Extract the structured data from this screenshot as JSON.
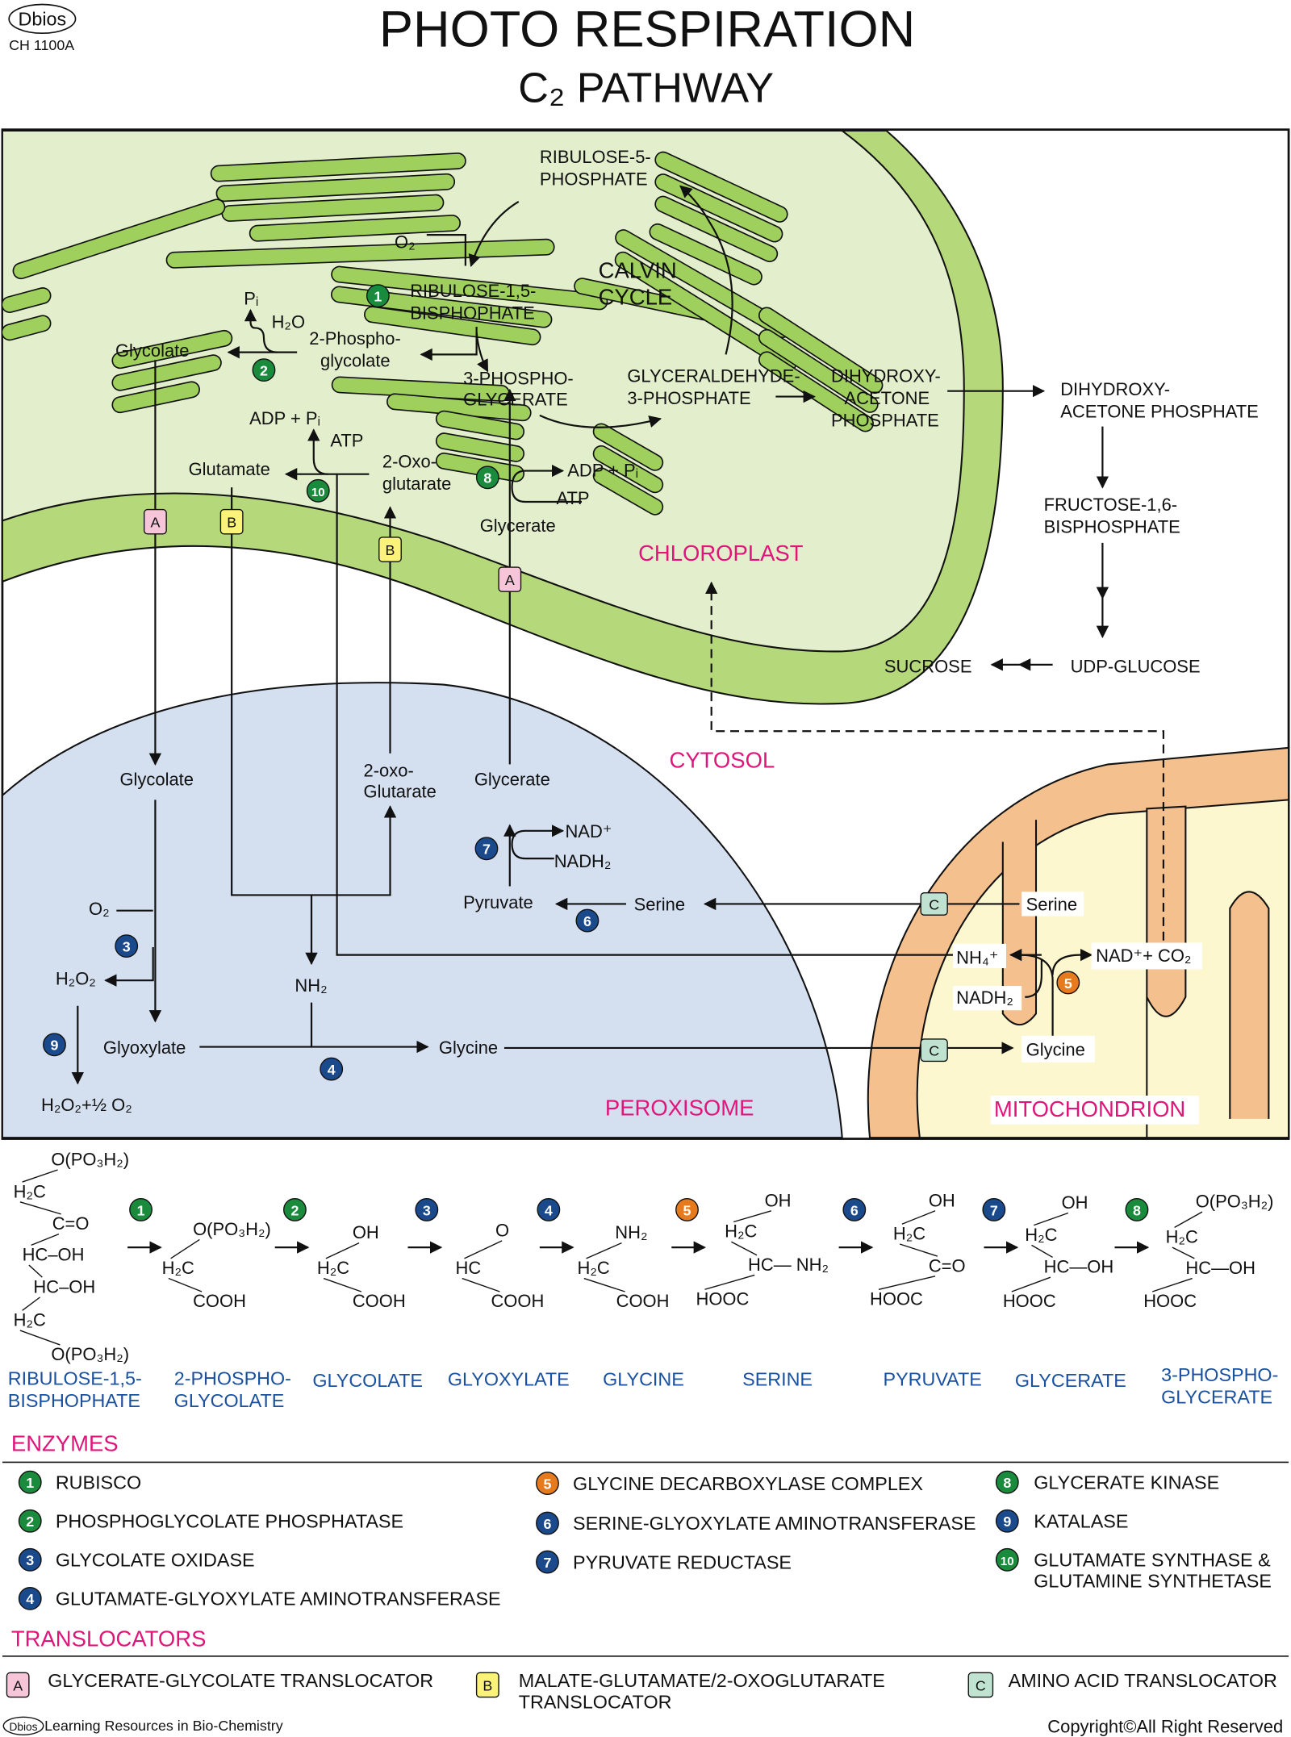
{
  "header": {
    "logo": "Dbios",
    "code": "CH 1100A",
    "title": "PHOTO RESPIRATION",
    "subtitle": "C₂ PATHWAY"
  },
  "colors": {
    "chloroplast_fill": "#e3efcc",
    "chloroplast_membrane": "#b5d97a",
    "thylakoid": "#9fcf5c",
    "peroxisome": "#d4dff0",
    "mitochondrion_outer": "#f4c08e",
    "mitochondrion_inner": "#fdf7cf",
    "compartment_label": "#e0157a",
    "compound_name": "#1a50a0",
    "badge_green": "#1a8a3c",
    "badge_blue": "#1a4a8c",
    "badge_orange": "#e87a1e",
    "translocator_A": "#f6c6d8",
    "translocator_B": "#fbf27a",
    "translocator_C": "#bfe3d0"
  },
  "compartments": {
    "chloroplast": "CHLOROPLAST",
    "cytosol": "CYTOSOL",
    "peroxisome": "PEROXISOME",
    "mitochondrion": "MITOCHONDRION"
  },
  "chloroplast": {
    "r5p_1": "RIBULOSE-5-",
    "r5p_2": "PHOSPHATE",
    "o2": "O₂",
    "calvin_1": "CALVIN",
    "calvin_2": "CYCLE",
    "rubp_1": "RIBULOSE-1,5-",
    "rubp_2": "BISPHOPHATE",
    "pi": "Pᵢ",
    "h2o": "H₂O",
    "pg_1": "2-Phospho-",
    "pg_2": "glycolate",
    "glycolate": "Glycolate",
    "pga_1": "3-PHOSPHO-",
    "pga_2": "GLYCERATE",
    "g3p_1": "GLYCERALDEHYDE-",
    "g3p_2": "3-PHOSPHATE",
    "dhap_1": "DIHYDROXY-",
    "dhap_2": "ACETONE",
    "dhap_3": "PHOSPHATE",
    "adp_pi_10": "ADP + Pᵢ",
    "atp_10": "ATP",
    "oxo_1": "2-Oxo-",
    "oxo_2": "glutarate",
    "glutamate": "Glutamate",
    "adp_pi_8": "ADP + Pᵢ",
    "atp_8": "ATP",
    "glycerate": "Glycerate"
  },
  "cytosol": {
    "dhap_1": "DIHYDROXY-",
    "dhap_2": "ACETONE PHOSPHATE",
    "fbp_1": "FRUCTOSE-1,6-",
    "fbp_2": "BISPHOSPHATE",
    "sucrose": "SUCROSE",
    "udp_glucose": "UDP-GLUCOSE"
  },
  "peroxisome": {
    "glycolate": "Glycolate",
    "oxo_1": "2-oxo-",
    "oxo_2": "Glutarate",
    "glycerate": "Glycerate",
    "nad": "NAD⁺",
    "nadh2": "NADH₂",
    "pyruvate": "Pyruvate",
    "serine": "Serine",
    "o2": "O₂",
    "h2o2": "H₂O₂",
    "nh2": "NH₂",
    "glyoxylate": "Glyoxylate",
    "glycine": "Glycine",
    "h2o2_products": "H₂O₂+½ O₂"
  },
  "mitochondrion": {
    "serine": "Serine",
    "nh4": "NH₄⁺",
    "nad_co2": "NAD⁺+ CO₂",
    "nadh2": "NADH₂",
    "glycine": "Glycine"
  },
  "translocator_boxes": [
    "A",
    "B",
    "B",
    "A",
    "C",
    "C"
  ],
  "badges": [
    "1",
    "2",
    "10",
    "8",
    "7",
    "6",
    "3",
    "9",
    "4",
    "5"
  ],
  "structures": [
    {
      "name": [
        "RIBULOSE-1,5-",
        "BISPHOPHATE"
      ],
      "badge": "1",
      "atoms": [
        "O(PO₃H₂)",
        "H₂C",
        "C=O",
        "HC–OH",
        "HC–OH",
        "H₂C",
        "O(PO₃H₂)"
      ]
    },
    {
      "name": [
        "2-PHOSPHO-",
        "GLYCOLATE"
      ],
      "badge": "2",
      "atoms": [
        "O(PO₃H₂)",
        "H₂C",
        "COOH"
      ]
    },
    {
      "name": [
        "GLYCOLATE"
      ],
      "badge": "3",
      "atoms": [
        "OH",
        "H₂C",
        "COOH"
      ]
    },
    {
      "name": [
        "GLYOXYLATE"
      ],
      "badge": "4",
      "atoms": [
        "O",
        "HC",
        "COOH"
      ]
    },
    {
      "name": [
        "GLYCINE"
      ],
      "badge": "5",
      "atoms": [
        "NH₂",
        "H₂C",
        "COOH"
      ]
    },
    {
      "name": [
        "SERINE"
      ],
      "badge": "6",
      "atoms": [
        "OH",
        "H₂C",
        "HC— NH₂",
        "HOOC"
      ]
    },
    {
      "name": [
        "PYRUVATE"
      ],
      "badge": "7",
      "atoms": [
        "OH",
        "H₂C",
        "C=O",
        "HOOC"
      ]
    },
    {
      "name": [
        "GLYCERATE"
      ],
      "badge": "8",
      "atoms": [
        "OH",
        "H₂C",
        "HC—OH",
        "HOOC"
      ]
    },
    {
      "name": [
        "3-PHOSPHO-",
        "GLYCERATE"
      ],
      "atoms": [
        "O(PO₃H₂)",
        "H₂C",
        "HC—OH",
        "HOOC"
      ]
    }
  ],
  "enzymes": {
    "heading": "ENZYMES",
    "items": [
      {
        "num": "1",
        "color": "green",
        "label": "RUBISCO"
      },
      {
        "num": "2",
        "color": "green",
        "label": "PHOSPHOGLYCOLATE PHOSPHATASE"
      },
      {
        "num": "3",
        "color": "blue",
        "label": "GLYCOLATE OXIDASE"
      },
      {
        "num": "4",
        "color": "blue",
        "label": "GLUTAMATE-GLYOXYLATE AMINOTRANSFERASE"
      },
      {
        "num": "5",
        "color": "orange",
        "label": "GLYCINE DECARBOXYLASE COMPLEX"
      },
      {
        "num": "6",
        "color": "blue",
        "label": "SERINE-GLYOXYLATE AMINOTRANSFERASE"
      },
      {
        "num": "7",
        "color": "blue",
        "label": "PYRUVATE REDUCTASE"
      },
      {
        "num": "8",
        "color": "green",
        "label": "GLYCERATE KINASE"
      },
      {
        "num": "9",
        "color": "blue",
        "label": "KATALASE"
      },
      {
        "num": "10",
        "color": "green",
        "label": "GLUTAMATE SYNTHASE &",
        "label2": "GLUTAMINE SYNTHETASE"
      }
    ]
  },
  "translocators": {
    "heading": "TRANSLOCATORS",
    "items": [
      {
        "key": "A",
        "label": "GLYCERATE-GLYCOLATE TRANSLOCATOR"
      },
      {
        "key": "B",
        "label": "MALATE-GLUTAMATE/2-OXOGLUTARATE",
        "label2": "TRANSLOCATOR"
      },
      {
        "key": "C",
        "label": "AMINO ACID TRANSLOCATOR"
      }
    ]
  },
  "footer": {
    "logo": "Dbios",
    "left": "Learning Resources in Bio-Chemistry",
    "right": "Copyright©All Right  Reserved"
  }
}
